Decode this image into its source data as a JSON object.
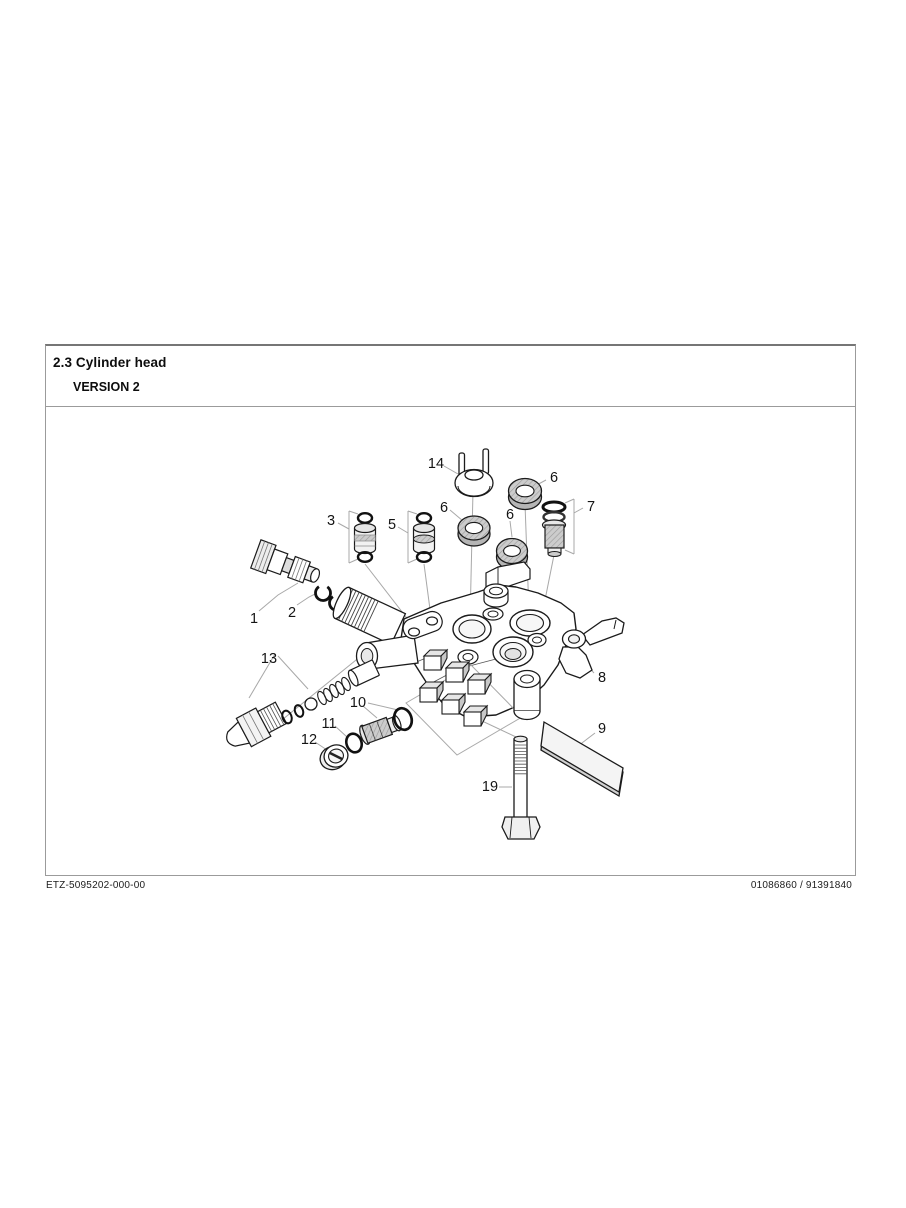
{
  "page": {
    "title": "2.3 Cylinder head",
    "version": "VERSION 2",
    "footer_left": "ETZ-5095202-000-00",
    "footer_right": "01086860 / 91391840"
  },
  "diagram": {
    "type": "exploded-parts-diagram",
    "callouts": [
      {
        "label": "14"
      },
      {
        "label": "6"
      },
      {
        "label": "7"
      },
      {
        "label": "3"
      },
      {
        "label": "5"
      },
      {
        "label": "6"
      },
      {
        "label": "6"
      },
      {
        "label": "1"
      },
      {
        "label": "2"
      },
      {
        "label": "13"
      },
      {
        "label": "8"
      },
      {
        "label": "10"
      },
      {
        "label": "11"
      },
      {
        "label": "12"
      },
      {
        "label": "9"
      },
      {
        "label": "19"
      }
    ]
  },
  "colors": {
    "outline": "#1b1b1b",
    "leader": "#a8a8a8",
    "frame_border": "#9b9b9b",
    "seal_shade": "#cccccc"
  }
}
